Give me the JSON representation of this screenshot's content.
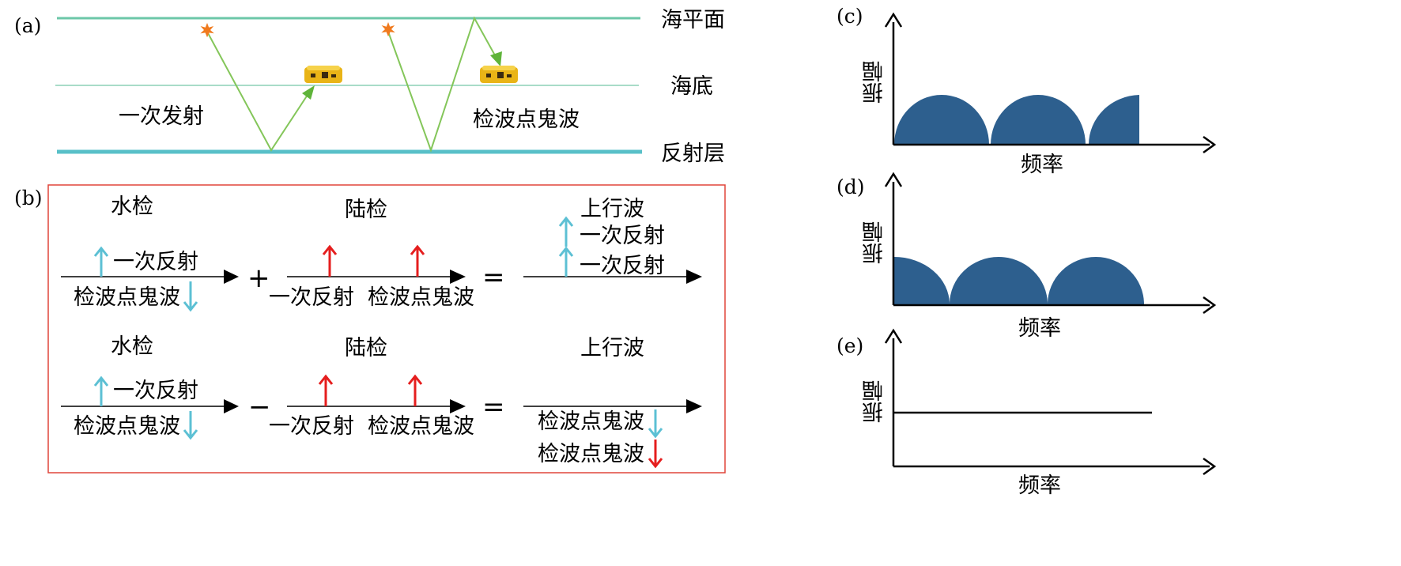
{
  "panels": {
    "a": "(a)",
    "b": "(b)",
    "c": "(c)",
    "d": "(d)",
    "e": "(e)"
  },
  "panel_a": {
    "sea_surface": "海平面",
    "seabed": "海底",
    "reflector": "反射层",
    "primary_label": "一次发射",
    "ghost_label": "检波点鬼波"
  },
  "panel_b": {
    "row1": {
      "hydrophone": "水检",
      "geophone": "陆检",
      "upgoing": "上行波",
      "h_primary": "一次反射",
      "h_ghost": "检波点鬼波",
      "g_primary": "一次反射",
      "g_ghost": "检波点鬼波",
      "r_primary_1": "一次反射",
      "r_primary_2": "一次反射",
      "op": "+",
      "eq": "="
    },
    "row2": {
      "hydrophone": "水检",
      "geophone": "陆检",
      "upgoing": "上行波",
      "h_primary": "一次反射",
      "h_ghost": "检波点鬼波",
      "g_primary": "一次反射",
      "g_ghost": "检波点鬼波",
      "r_ghost_1": "检波点鬼波",
      "r_ghost_2": "检波点鬼波",
      "op": "−",
      "eq": "="
    }
  },
  "spectra": {
    "c": {
      "ylabel": "振幅",
      "xlabel": "频率"
    },
    "d": {
      "ylabel": "振幅",
      "xlabel": "频率"
    },
    "e": {
      "ylabel": "振幅",
      "xlabel": "频率"
    }
  },
  "colors": {
    "sea_line": "#6cc7a8",
    "seabed_line": "#a9dcc8",
    "reflector_line": "#58c0c8",
    "ray": "#84c65a",
    "ray_head": "#5fb43a",
    "source": "#f07a1e",
    "receiver": "#e9b417",
    "hydro_arrow": "#5cc0d4",
    "geo_arrow": "#e51e1e",
    "box_border": "#e0453a",
    "spectrum_fill": "#2d5f8e"
  },
  "icons": [
    "source-burst-icon",
    "receiver-node-icon",
    "upgoing-arrow-icon",
    "downgoing-arrow-icon"
  ]
}
